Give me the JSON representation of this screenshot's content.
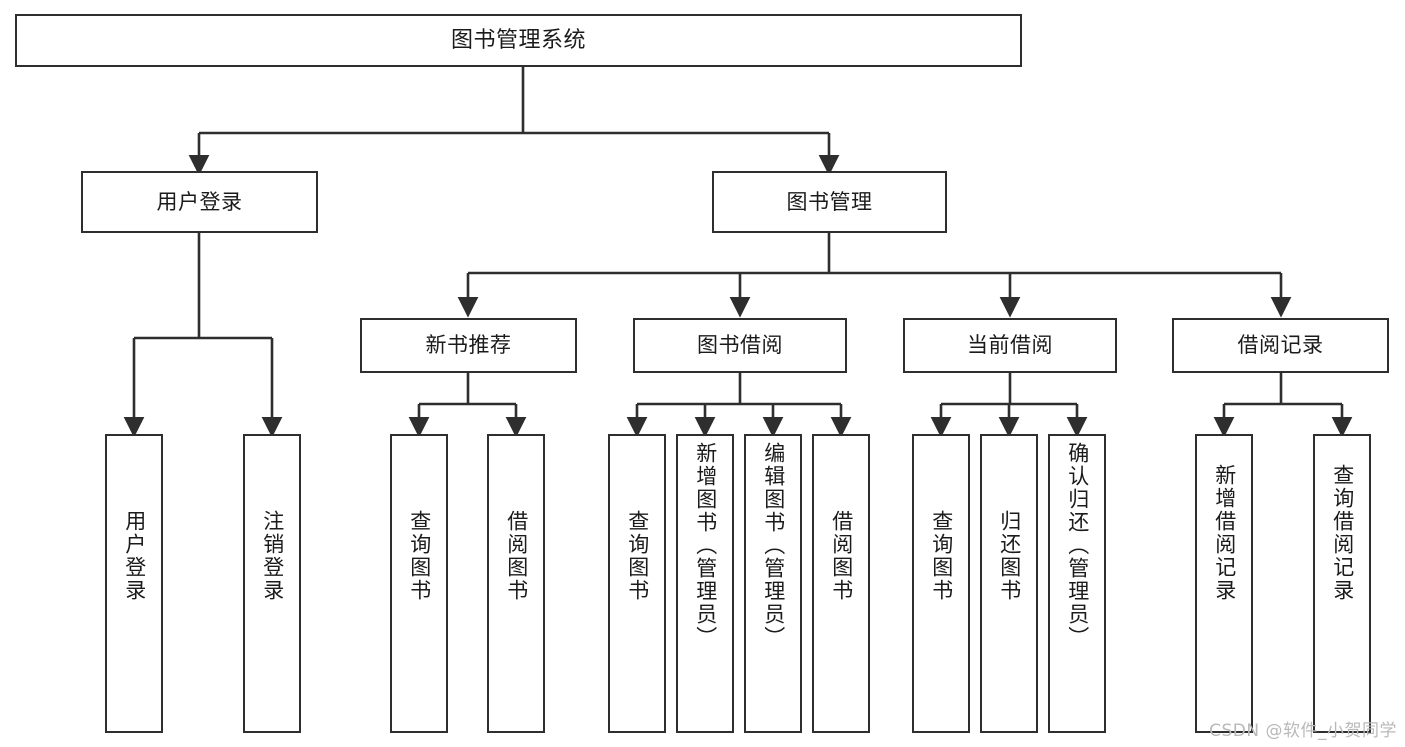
{
  "diagram": {
    "title": "图书管理系统",
    "type": "tree-hierarchy",
    "watermark": "CSDN @软件_小贺同学",
    "colors": {
      "stroke": "#2e2e2e",
      "fill": "#ffffff",
      "text": "#1b1b1b",
      "watermark": "#b9b9b9"
    },
    "nodes": {
      "root": {
        "label": "图书管理系统"
      },
      "level2": [
        {
          "id": "user-login",
          "label": "用户登录"
        },
        {
          "id": "book-manage",
          "label": "图书管理"
        }
      ],
      "level3": [
        {
          "id": "new-book-recommend",
          "label": "新书推荐"
        },
        {
          "id": "book-borrow",
          "label": "图书借阅"
        },
        {
          "id": "current-borrow",
          "label": "当前借阅"
        },
        {
          "id": "borrow-record",
          "label": "借阅记录"
        }
      ],
      "leaves": {
        "user_login": [
          {
            "id": "leaf-user-login",
            "label": "用户登录"
          },
          {
            "id": "leaf-logout-login",
            "label": "注销登录"
          }
        ],
        "new_book_recommend": [
          {
            "id": "leaf-query-book-1",
            "label": "查询图书"
          },
          {
            "id": "leaf-borrow-book-1",
            "label": "借阅图书"
          }
        ],
        "book_borrow": [
          {
            "id": "leaf-query-book-2",
            "label": "查询图书"
          },
          {
            "id": "leaf-add-book",
            "label": "新增图书（管理员）"
          },
          {
            "id": "leaf-edit-book",
            "label": "编辑图书（管理员）"
          },
          {
            "id": "leaf-borrow-book-2",
            "label": "借阅图书"
          }
        ],
        "current_borrow": [
          {
            "id": "leaf-query-book-3",
            "label": "查询图书"
          },
          {
            "id": "leaf-return-book",
            "label": "归还图书"
          },
          {
            "id": "leaf-confirm-return",
            "label": "确认归还（管理员）"
          }
        ],
        "borrow_record": [
          {
            "id": "leaf-add-record",
            "label": "新增借阅记录"
          },
          {
            "id": "leaf-query-record",
            "label": "查询借阅记录"
          }
        ]
      }
    }
  }
}
